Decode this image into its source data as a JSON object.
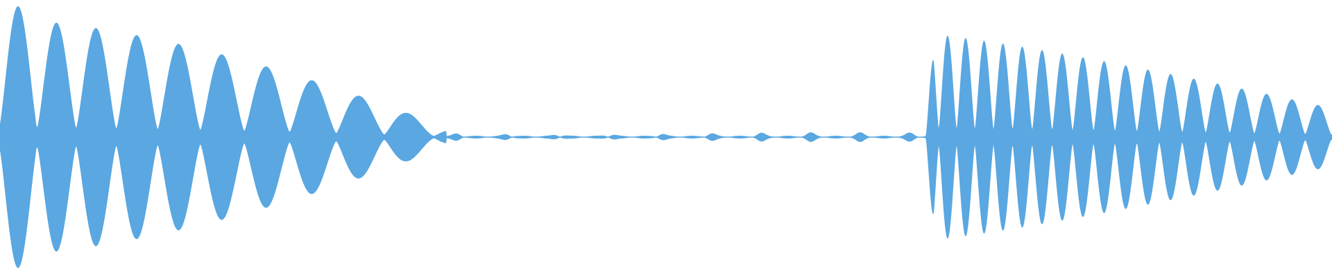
{
  "colors": {
    "waveform": "#5aa7e1",
    "background": "#ffffff"
  },
  "waveform": {
    "baseline_level": 0.0,
    "segments": [
      {
        "from": 0.0,
        "to": 0.335,
        "level": 0.95,
        "kind": "burst"
      },
      {
        "from": 0.335,
        "to": 0.695,
        "level": 0.03,
        "kind": "near-silence"
      },
      {
        "from": 0.695,
        "to": 1.0,
        "level": 0.85,
        "kind": "burst"
      }
    ]
  }
}
